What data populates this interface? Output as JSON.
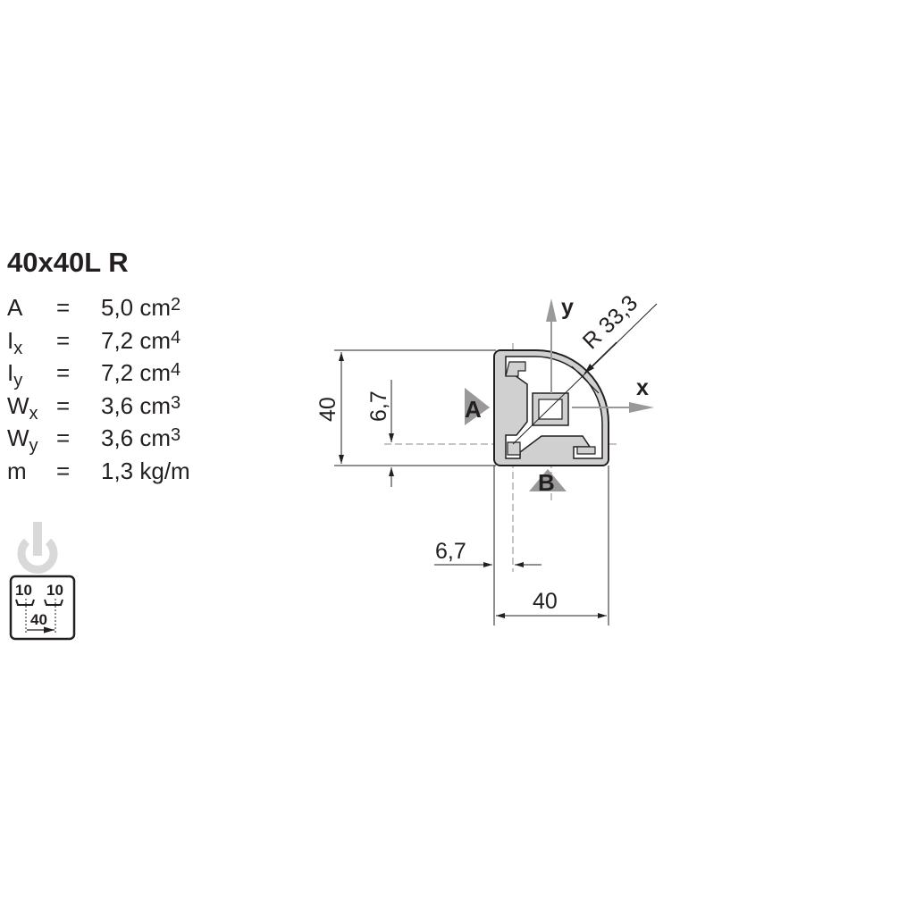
{
  "title": "40x40L R",
  "properties": [
    {
      "symbol": "A",
      "sub": "",
      "eq": "=",
      "value": "5,0 cm",
      "exp": "2"
    },
    {
      "symbol": "I",
      "sub": "x",
      "eq": "=",
      "value": "7,2 cm",
      "exp": "4"
    },
    {
      "symbol": "I",
      "sub": "y",
      "eq": "=",
      "value": "7,2 cm",
      "exp": "4"
    },
    {
      "symbol": "W",
      "sub": "x",
      "eq": "=",
      "value": "3,6 cm",
      "exp": "3"
    },
    {
      "symbol": "W",
      "sub": "y",
      "eq": "=",
      "value": "3,6 cm",
      "exp": "3"
    },
    {
      "symbol": "m",
      "sub": "",
      "eq": "=",
      "value": "1,3 kg/m",
      "exp": ""
    }
  ],
  "slot_icon": {
    "left": "10",
    "right": "10",
    "spacing": "40"
  },
  "drawing": {
    "height_dim": "40",
    "left_offset_dim": "6,7",
    "bottom_offset_dim": "6,7",
    "width_dim": "40",
    "radius_dim": "R 33,3",
    "axis_x": "x",
    "axis_y": "y",
    "view_a": "A",
    "view_b": "B"
  }
}
